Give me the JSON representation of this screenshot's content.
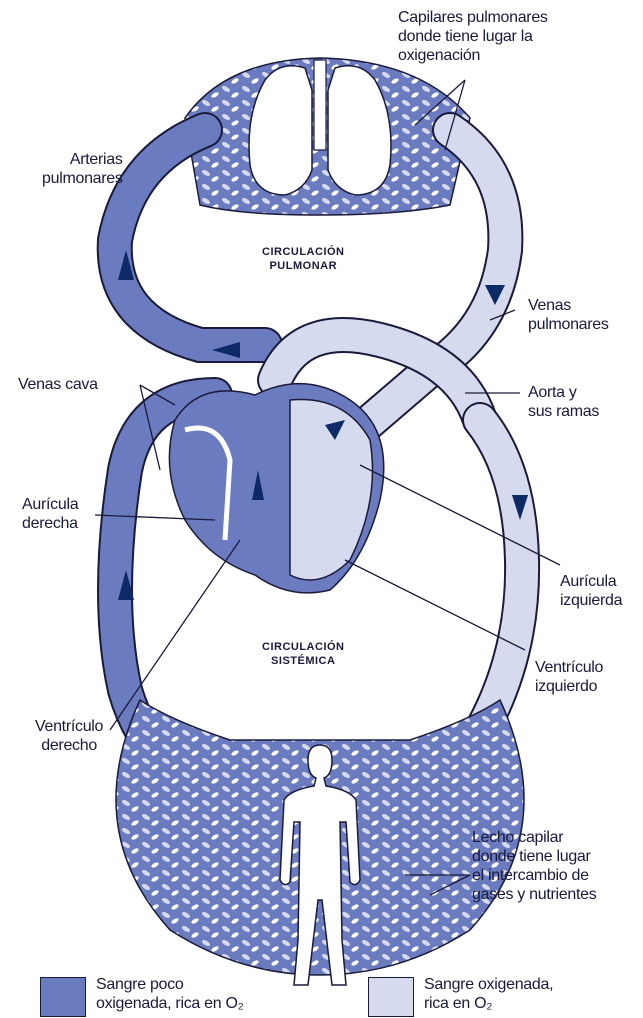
{
  "colors": {
    "deoxygenated": "#6b7bc0",
    "oxygenated": "#d6daef",
    "outline": "#1a1a3a",
    "arrow": "#0d2a66",
    "lung": "#ffffff"
  },
  "labels": {
    "capilares_pulmonares": [
      "Capilares pulmonares",
      "donde tiene lugar la",
      "oxigenación"
    ],
    "arterias_pulmonares": [
      "Arterias",
      "pulmonares"
    ],
    "circulacion_pulmonar": [
      "CIRCULACIÓN",
      "PULMONAR"
    ],
    "venas_pulmonares": [
      "Venas",
      "pulmonares"
    ],
    "venas_cava": [
      "Venas cava"
    ],
    "aorta": [
      "Aorta y",
      "sus ramas"
    ],
    "auricula_derecha": [
      "Aurícula",
      "derecha"
    ],
    "auricula_izquierda": [
      "Aurícula",
      "izquierda"
    ],
    "circulacion_sistemica": [
      "CIRCULACIÓN",
      "SISTÉMICA"
    ],
    "ventriculo_izquierdo": [
      "Ventrículo",
      "izquierdo"
    ],
    "ventriculo_derecho": [
      "Ventrículo",
      "derecho"
    ],
    "lecho_capilar": [
      "Lecho capilar",
      "donde tiene lugar",
      "el intercambio de",
      "gases y nutrientes"
    ]
  },
  "legend": [
    {
      "key": "deoxygenated",
      "lines": [
        "Sangre poco",
        "oxigenada, rica en O₂"
      ]
    },
    {
      "key": "oxygenated",
      "lines": [
        "Sangre oxigenada,",
        "rica en O₂"
      ]
    }
  ]
}
